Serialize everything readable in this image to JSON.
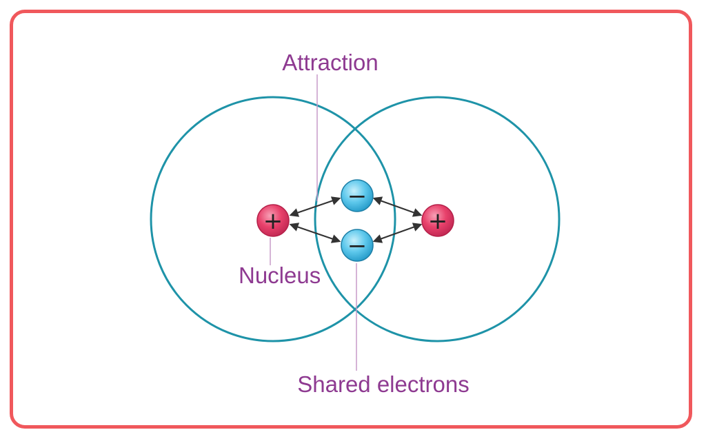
{
  "diagram": {
    "labels": {
      "attraction": "Attraction",
      "nucleus": "Nucleus",
      "shared_electrons": "Shared electrons"
    },
    "symbols": {
      "positive": "+",
      "negative": "−"
    },
    "colors": {
      "frame_border": "#f0585c",
      "orbit": "#1e93a8",
      "label_text": "#8e3a91",
      "nucleus_fill": "#e8416b",
      "electron_fill": "#5ec8ec",
      "arrow": "#333333"
    }
  }
}
